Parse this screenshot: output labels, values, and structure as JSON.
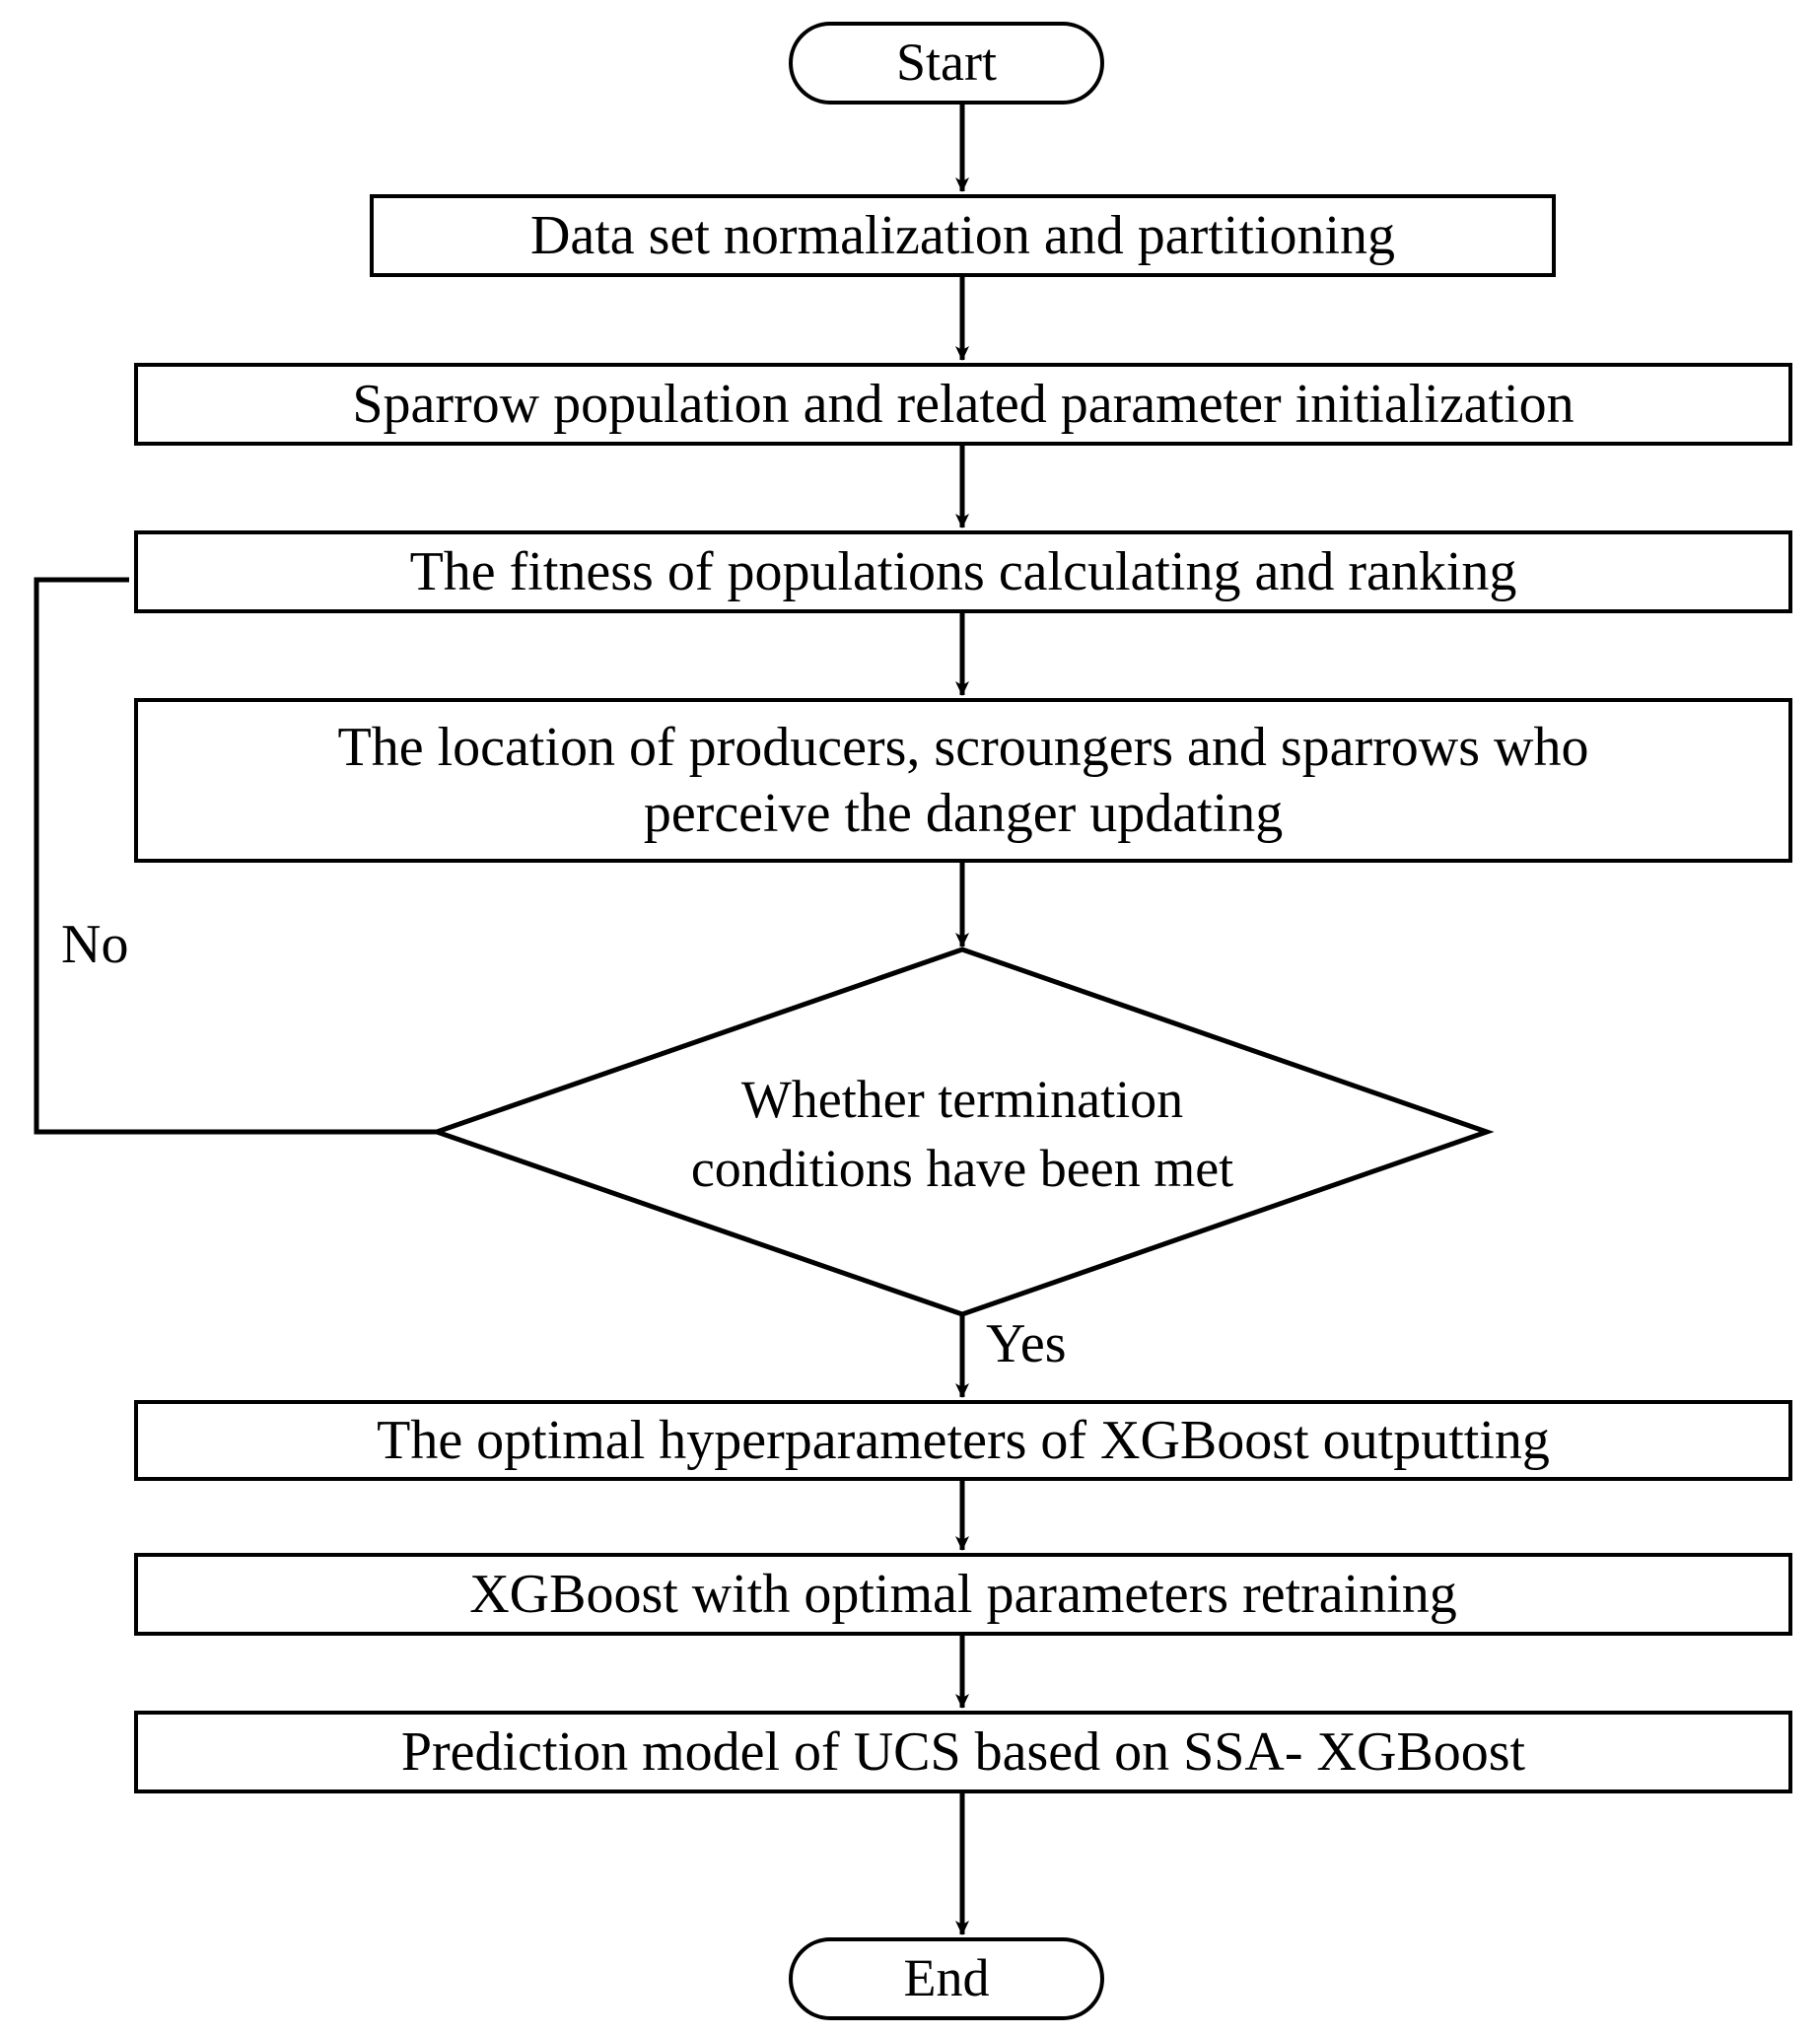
{
  "diagram": {
    "title": "SSA-XGBoost UCS prediction model flowchart",
    "type": "flowchart",
    "orientation": "top-to-bottom",
    "line_color": "#000000",
    "fill_color": "#ffffff",
    "text_color": "#000000"
  },
  "nodes": {
    "start": {
      "label": "Start",
      "shape": "terminator"
    },
    "step1": {
      "label": "Data set normalization  and partitioning",
      "shape": "process"
    },
    "step2": {
      "label": "Sparrow population and related parameter  initialization",
      "shape": "process"
    },
    "step3": {
      "label": "The fitness of populations calculating  and ranking",
      "shape": "process"
    },
    "step4": {
      "line1": "The location of producers, scroungers and sparrows  who",
      "line2": "perceive the danger  updating",
      "shape": "process"
    },
    "decision": {
      "line1": "Whether termination",
      "line2": "conditions have been met",
      "shape": "diamond"
    },
    "step5": {
      "label": "The optimal hyperparameters of XGBoost outputting",
      "shape": "process"
    },
    "step6": {
      "label": "XGBoost with optimal parameters  retraining",
      "shape": "process"
    },
    "step7": {
      "label": "Prediction model of UCS based on SSA- XGBoost",
      "shape": "process"
    },
    "end": {
      "label": "End",
      "shape": "terminator"
    }
  },
  "edge_labels": {
    "no": "No",
    "yes": "Yes"
  },
  "connections": [
    {
      "from": "start",
      "to": "step1",
      "label": ""
    },
    {
      "from": "step1",
      "to": "step2",
      "label": ""
    },
    {
      "from": "step2",
      "to": "step3",
      "label": ""
    },
    {
      "from": "step3",
      "to": "step4",
      "label": ""
    },
    {
      "from": "step4",
      "to": "decision",
      "label": ""
    },
    {
      "from": "decision",
      "to": "step3",
      "label": "No"
    },
    {
      "from": "decision",
      "to": "step5",
      "label": "Yes"
    },
    {
      "from": "step5",
      "to": "step6",
      "label": ""
    },
    {
      "from": "step6",
      "to": "step7",
      "label": ""
    },
    {
      "from": "step7",
      "to": "end",
      "label": ""
    }
  ]
}
